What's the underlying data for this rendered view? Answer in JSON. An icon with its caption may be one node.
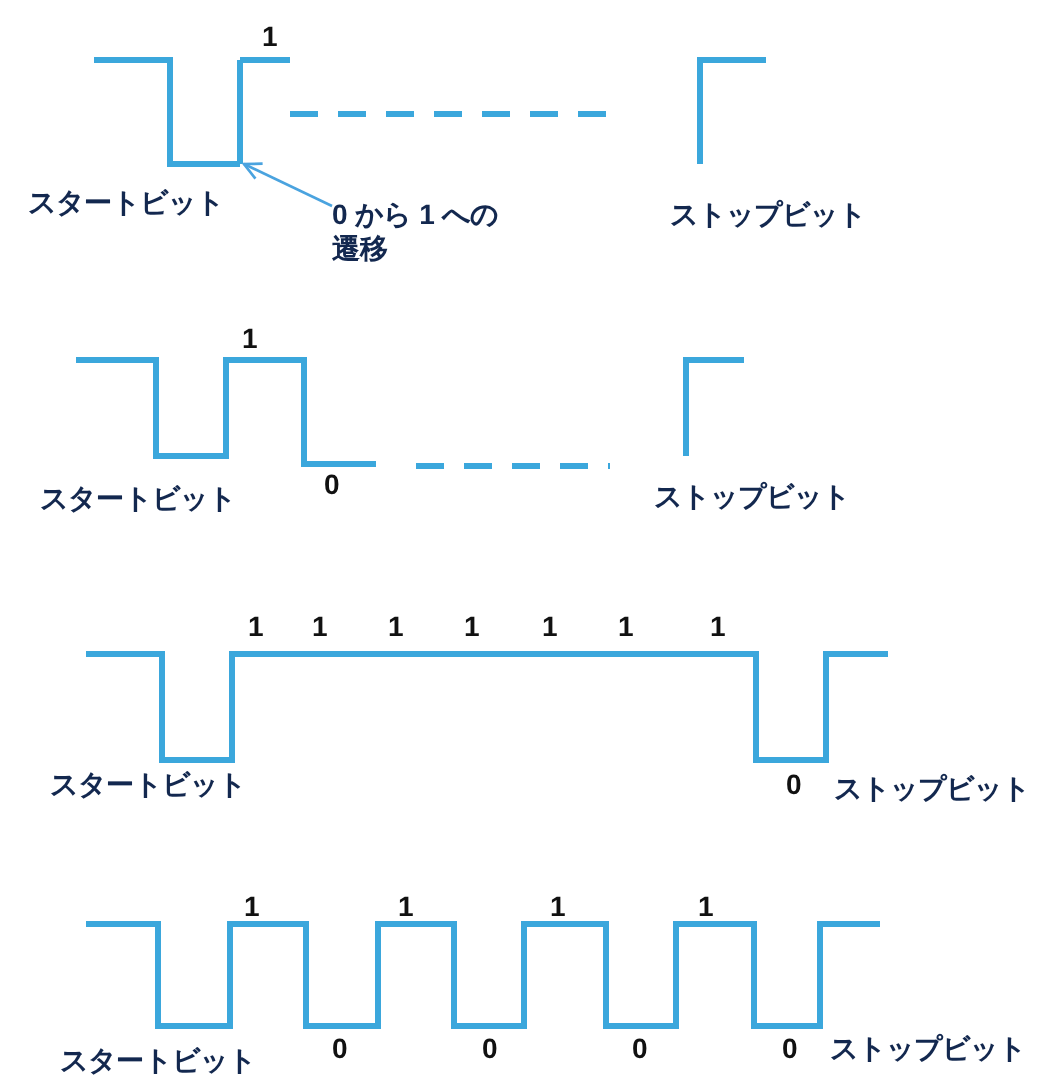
{
  "diagram": {
    "nodes": [
      {
        "text": [
          "0 から 1 への遷移"
        ]
      },
      {
        "text": [],
        "shape": "line"
      }
    ],
    "edges": [
      {
        "from": 0,
        "to": 1,
        "arrow": "to"
      }
    ],
    "labels": [
      "1",
      "スタートビット",
      "ストップビット",
      "1",
      "スタートビット",
      "0",
      "ストップビット",
      "1",
      "1",
      "1",
      "1",
      "1",
      "1",
      "1",
      "スタートビット",
      "0",
      "ストップビット",
      "1",
      "1",
      "1",
      "1",
      "スタートビット",
      "0",
      "0",
      "0",
      "0",
      "ストップビット"
    ]
  }
}
